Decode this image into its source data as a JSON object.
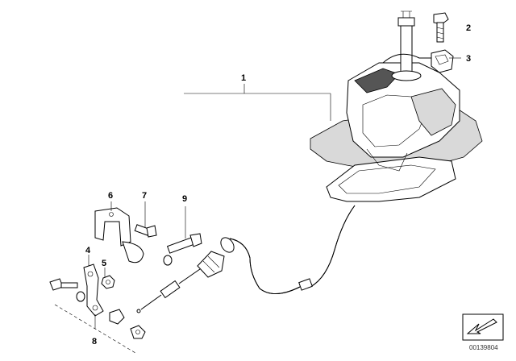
{
  "callouts": [
    {
      "id": "1",
      "label": "1"
    },
    {
      "id": "2",
      "label": "2"
    },
    {
      "id": "3",
      "label": "3"
    },
    {
      "id": "4",
      "label": "4"
    },
    {
      "id": "5",
      "label": "5"
    },
    {
      "id": "6",
      "label": "6"
    },
    {
      "id": "7",
      "label": "7"
    },
    {
      "id": "8",
      "label": "8"
    },
    {
      "id": "9",
      "label": "9"
    }
  ],
  "diagram_id": "00139804",
  "colors": {
    "line": "#000000",
    "shade": "#d9d9d9",
    "background": "#ffffff"
  },
  "icons": {
    "direction_marker": "arrow-down-left-icon"
  }
}
